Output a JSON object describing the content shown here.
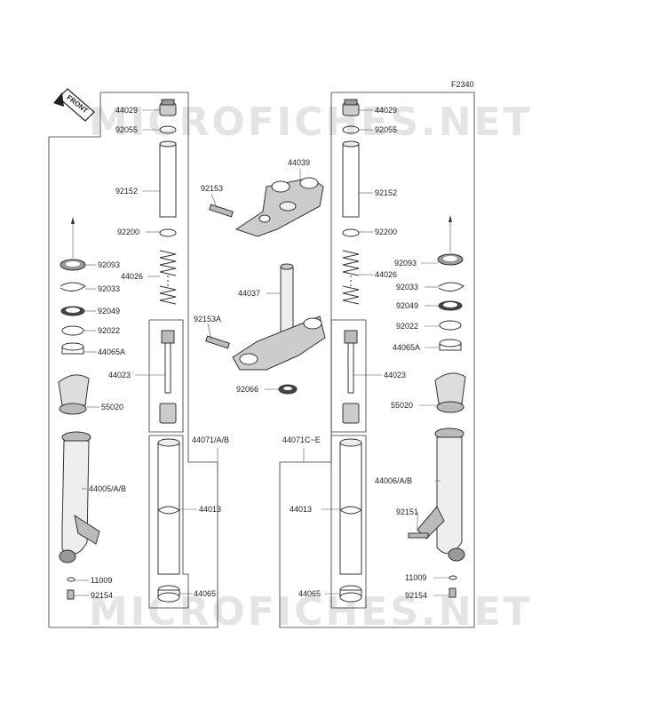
{
  "figure_code": "F2340",
  "front_label": "FRONT",
  "watermark": "MICROFICHES.NET",
  "labels": {
    "l_44029": "44029",
    "l_92055": "92055",
    "l_92152": "92152",
    "l_92200": "92200",
    "l_92093": "92093",
    "l_44026": "44026",
    "l_92033": "92033",
    "l_92049": "92049",
    "l_92022": "92022",
    "l_44065a": "44065A",
    "l_44023": "44023",
    "l_55020": "55020",
    "l_44005": "44005/A/B",
    "l_11009": "11009",
    "l_92154": "92154",
    "l_44071": "44071/A/B",
    "l_44013": "44013",
    "l_44065": "44065",
    "r_44029": "44029",
    "r_92055": "92055",
    "r_92152": "92152",
    "r_92200": "92200",
    "r_92093": "92093",
    "r_44026": "44026",
    "r_92033": "92033",
    "r_92049": "92049",
    "r_92022": "92022",
    "r_44065a": "44065A",
    "r_44023": "44023",
    "r_55020": "55020",
    "r_44006": "44006/A/B",
    "r_92151": "92151",
    "r_11009": "11009",
    "r_92154": "92154",
    "r_44071": "44071C~E",
    "r_44013": "44013",
    "r_44065": "44065",
    "c_44039": "44039",
    "c_92153": "92153",
    "c_44037": "44037",
    "c_92153a": "92153A",
    "c_92066": "92066"
  }
}
